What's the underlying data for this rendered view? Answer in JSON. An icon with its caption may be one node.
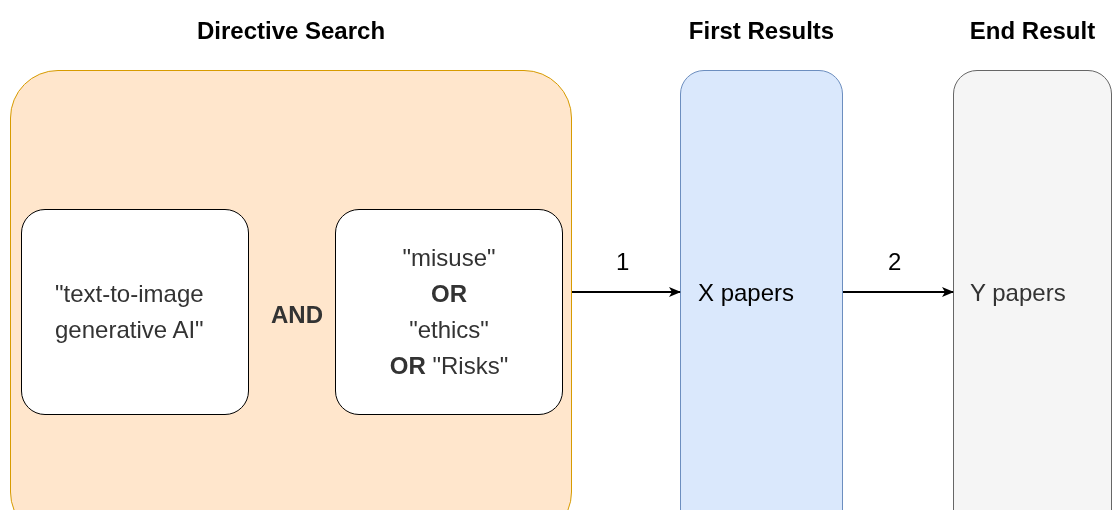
{
  "diagram": {
    "nodes": [
      {
        "text": [
          "Directive Search"
        ]
      },
      {
        "text": [
          "\"text-to-image generative AI\""
        ],
        "in": 0
      },
      {
        "text": [
          "\"misuse\" **OR** \"ethics\" **OR** \"Risks\""
        ],
        "in": 0
      },
      {
        "text": [
          "First Results",
          "X papers"
        ]
      },
      {
        "text": [
          "End Result",
          "Y papers"
        ]
      }
    ],
    "edges": [
      {
        "from": 0,
        "to": 3,
        "arrow": "to",
        "label": "1"
      },
      {
        "from": 3,
        "to": 4,
        "arrow": "to",
        "label": "2"
      }
    ],
    "labels": [
      "AND"
    ]
  }
}
